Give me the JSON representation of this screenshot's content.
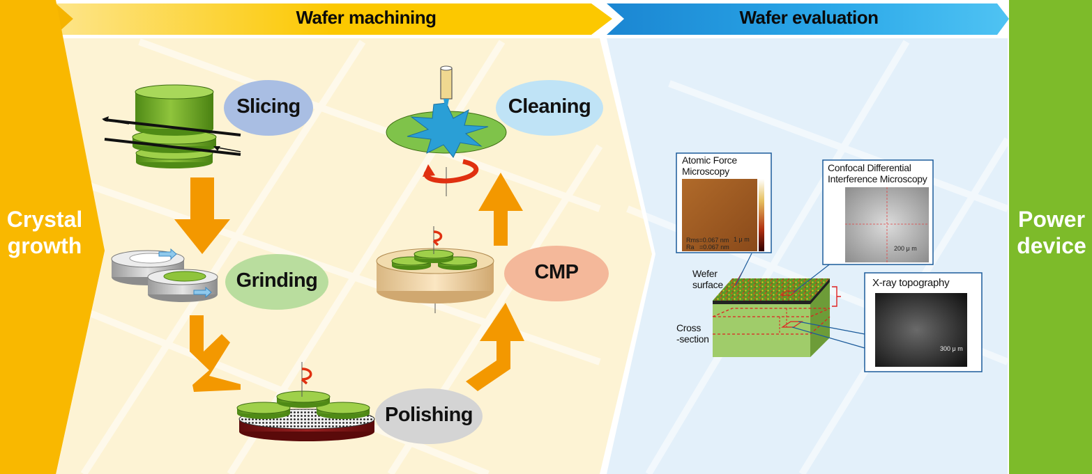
{
  "headers": {
    "machining": "Wafer machining",
    "evaluation": "Wafer evaluation"
  },
  "sides": {
    "left_line1": "Crystal",
    "left_line2": "growth",
    "right_line1": "Power",
    "right_line2": "device"
  },
  "steps": {
    "slicing": "Slicing",
    "grinding": "Grinding",
    "polishing": "Polishing",
    "cmp": "CMP",
    "cleaning": "Cleaning"
  },
  "evaluation": {
    "afm_line1": "Atomic Force",
    "afm_line2": "Microscopy",
    "afm_rms": "Rms=0.067 nm",
    "afm_ra": "Ra   =0.067 nm",
    "afm_scale": "1 μ m",
    "cdim_line1": "Confocal Differential",
    "cdim_line2": "Interference Microscopy",
    "cdim_scale": "200 μ m",
    "xray": "X-ray topography",
    "xray_scale": "300 μ m",
    "wafer_line1": "Wefer",
    "wafer_line2": "surface",
    "cross_line1": "Cross",
    "cross_line2": "-section"
  },
  "colors": {
    "orange_arrow": "#f39800",
    "header_yellow": "#fcc800",
    "header_blue": "#1a8fd8",
    "side_green": "#7dbb2a",
    "pill_slicing": "#a9bee3",
    "pill_grinding": "#b9dd9e",
    "pill_polishing": "#d4d4d4",
    "pill_cmp": "#f4b89a",
    "pill_cleaning": "#bfe3f6"
  }
}
